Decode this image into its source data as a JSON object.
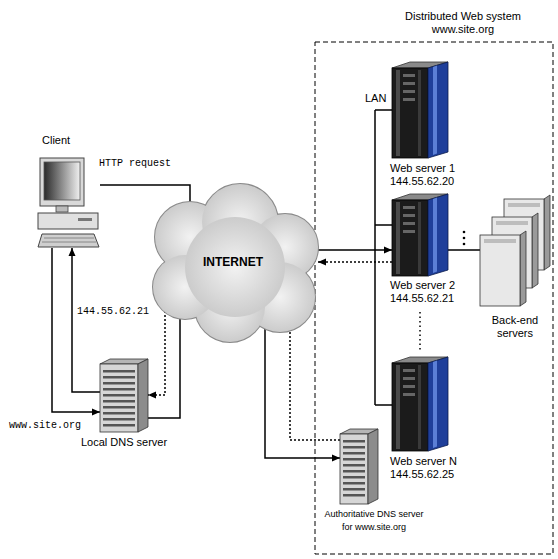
{
  "diagram": {
    "nodes": [
      {
        "text": [
          "Distributed Web system www.site.org"
        ]
      },
      {
        "text": [
          "Client"
        ]
      },
      {
        "text": [
          "INTERNET"
        ]
      },
      {
        "text": [
          "Local DNS server"
        ]
      },
      {
        "text": [
          "Web server 1",
          "144.55.62.20"
        ],
        "in": 0
      },
      {
        "text": [
          "Web server 2",
          "144.55.62.21"
        ],
        "in": 0
      },
      {
        "text": [
          "Web server N",
          "144.55.62.25"
        ],
        "in": 0
      },
      {
        "text": [
          "Back-end servers"
        ],
        "in": 0
      },
      {
        "text": [
          "Authoritative DNS server for www.site.org"
        ],
        "in": 0
      }
    ],
    "edges": [
      {
        "from": 1,
        "to": 5,
        "label": "HTTP request",
        "arrow": "to"
      },
      {
        "from": 1,
        "to": 3,
        "label": "www.site.org",
        "arrow": "to"
      },
      {
        "from": 3,
        "to": 1,
        "label": "144.55.62.21",
        "arrow": "to"
      },
      {
        "from": 3,
        "to": 8,
        "arrow": "to"
      },
      {
        "from": 8,
        "to": 3,
        "arrow": "to"
      },
      {
        "from": 5,
        "to": 2,
        "arrow": "to"
      },
      {
        "from": 5,
        "to": 7,
        "arrow": "none"
      }
    ],
    "labels": [
      "LAN"
    ]
  }
}
